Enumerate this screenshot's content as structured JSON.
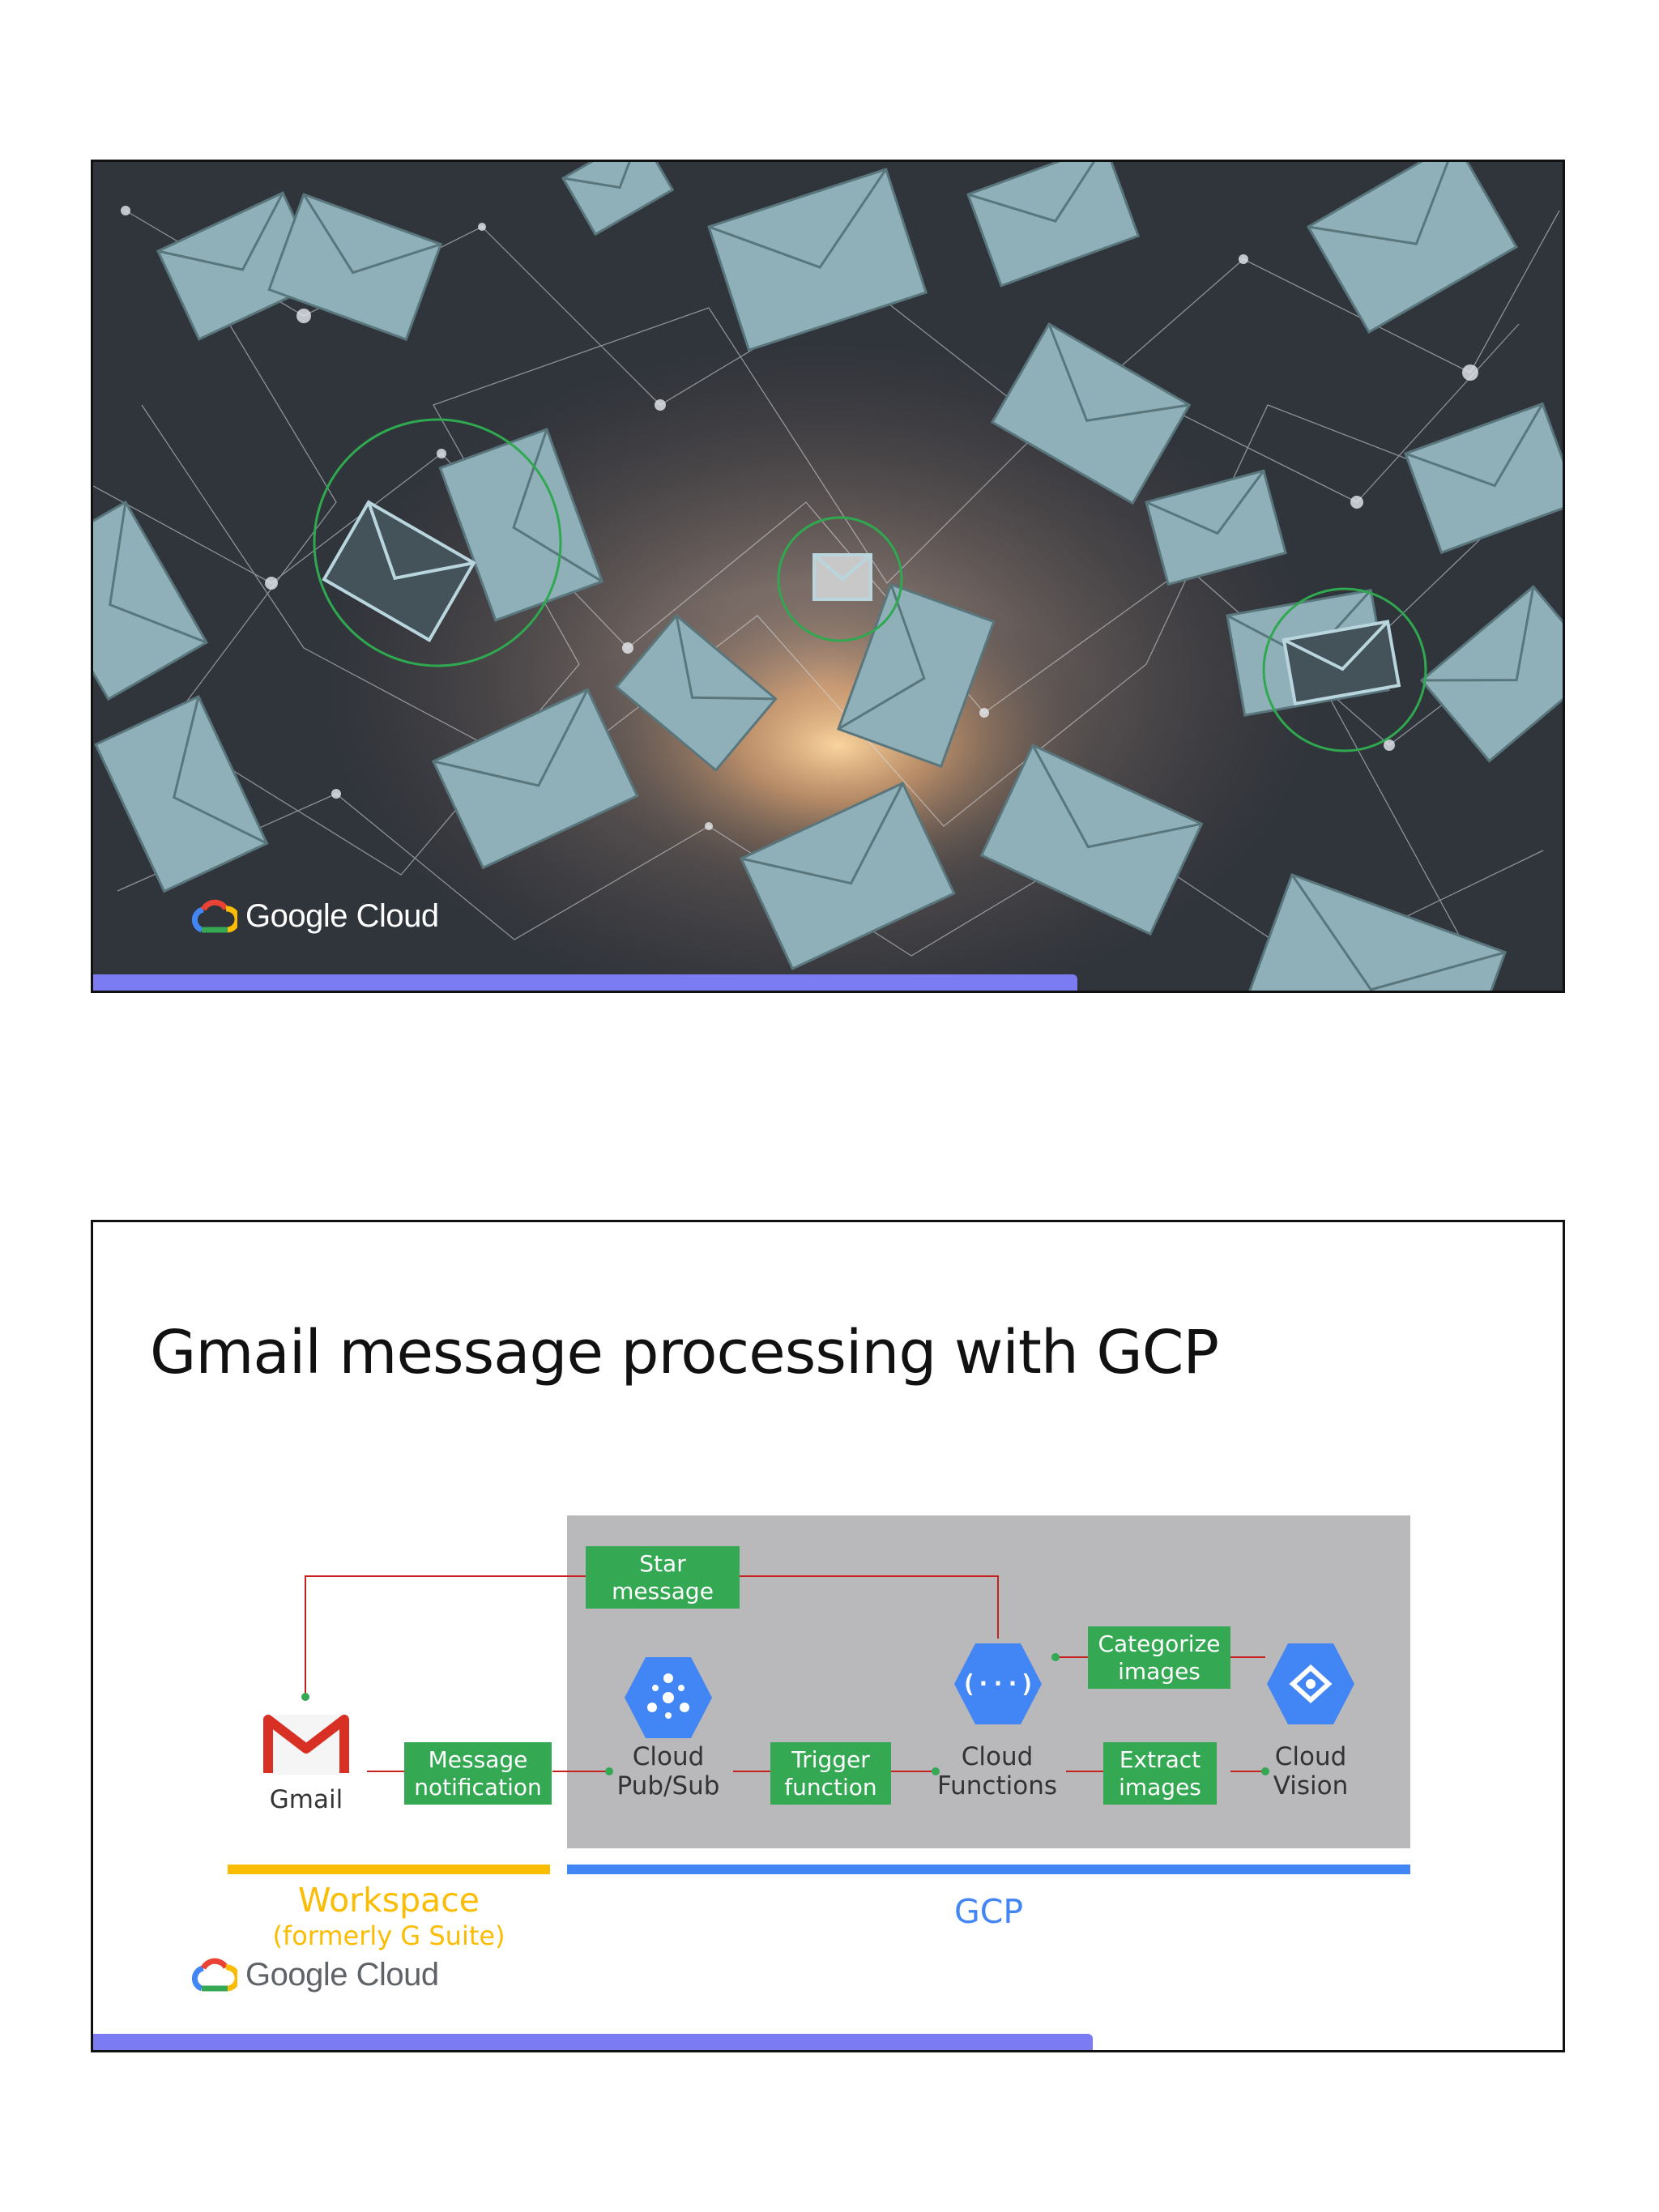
{
  "slide1": {
    "brand": "Google Cloud",
    "progress_pct": 67
  },
  "slide2": {
    "title": "Gmail message processing with GCP",
    "services": {
      "gmail": "Gmail",
      "pubsub": "Cloud\nPub/Sub",
      "functions": "Cloud\nFunctions",
      "vision": "Cloud\nVision"
    },
    "labels": {
      "star": "Star\nmessage",
      "notification": "Message\nnotification",
      "trigger": "Trigger\nfunction",
      "categorize": "Categorize\nimages",
      "extract": "Extract\nimages"
    },
    "workspace": "Workspace",
    "workspace_sub": "(formerly G Suite)",
    "gcp": "GCP",
    "brand": "Google Cloud",
    "progress_pct": 68,
    "colors": {
      "label_green": "#34a853",
      "service_blue": "#4285f4",
      "workspace_yellow": "#fbbc04",
      "connector_red": "#c5221f",
      "gcp_panel": "#b9b9bb"
    }
  }
}
